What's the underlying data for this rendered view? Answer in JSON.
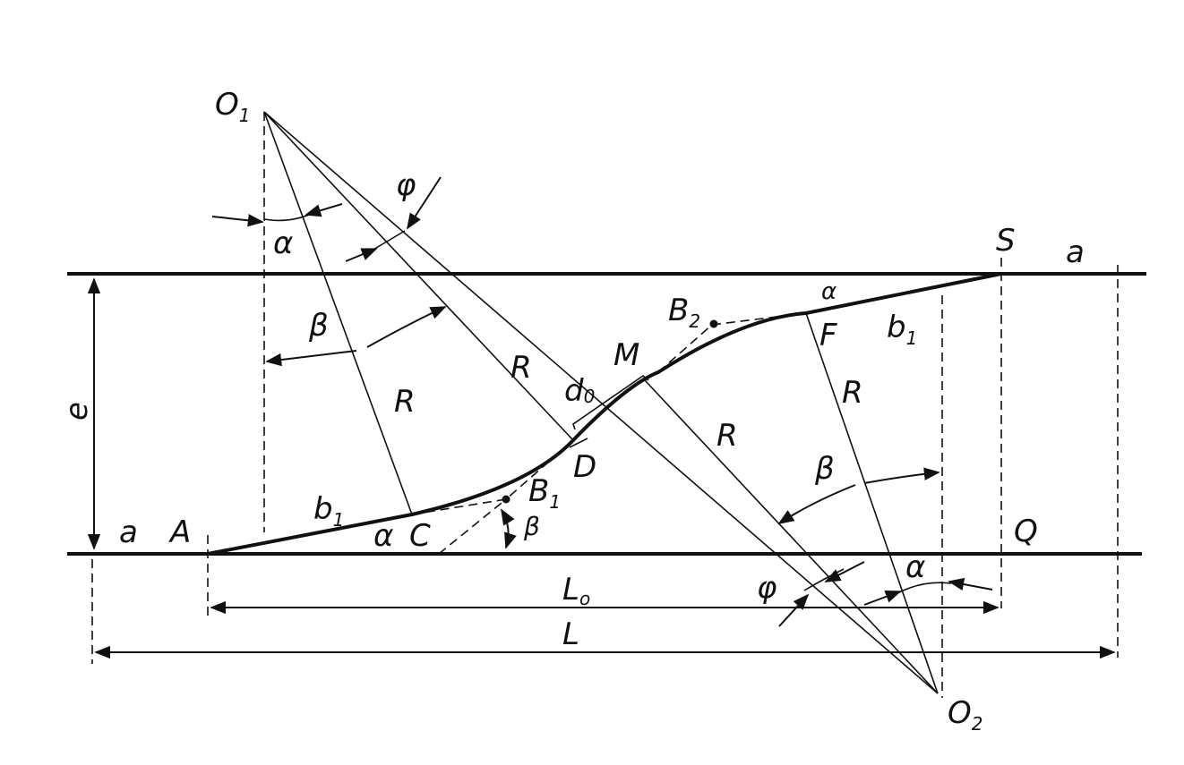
{
  "labels": {
    "O1": "O",
    "O1_sub": "1",
    "O2": "O",
    "O2_sub": "2",
    "phi_top": "φ",
    "phi_bottom": "φ",
    "alpha_top_left": "α",
    "alpha_bottom_left": "α",
    "alpha_top_right": "α",
    "alpha_bottom_right": "α",
    "beta_left": "β",
    "beta_right": "β",
    "beta_small": "β",
    "R_left": "R",
    "R_mid_upper": "R",
    "R_mid_lower": "R",
    "R_right": "R",
    "d0": "d",
    "d0_sub": "0",
    "M": "M",
    "D": "D",
    "C": "C",
    "B1": "B",
    "B1_sub": "1",
    "B2": "B",
    "B2_sub": "2",
    "F": "F",
    "S": "S",
    "Q": "Q",
    "A": "A",
    "a_left": "a",
    "a_right": "a",
    "b1_left": "b",
    "b1_left_sub": "1",
    "b1_right": "b",
    "b1_right_sub": "1",
    "e": "e",
    "L0": "L",
    "L0_sub": "o",
    "L": "L"
  }
}
